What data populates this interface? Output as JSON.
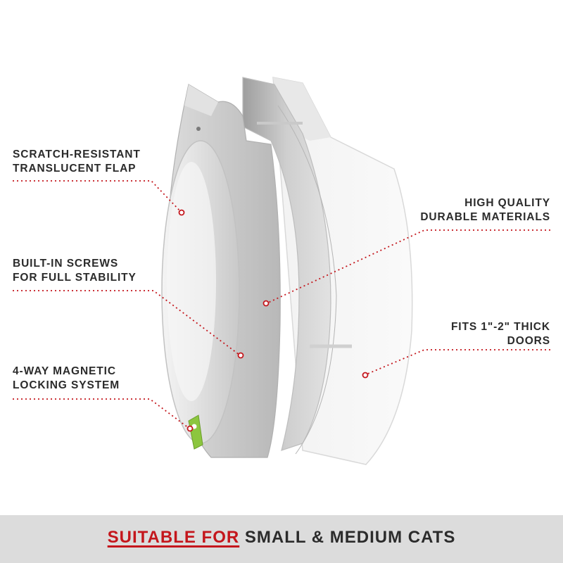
{
  "callouts": {
    "flap": [
      "SCRATCH-RESISTANT",
      "TRANSLUCENT FLAP"
    ],
    "screws": [
      "BUILT-IN SCREWS",
      "FOR FULL STABILITY"
    ],
    "locking": [
      "4-WAY MAGNETIC",
      "LOCKING SYSTEM"
    ],
    "materials": [
      "HIGH QUALITY",
      "DURABLE MATERIALS"
    ],
    "doors": [
      "FITS 1\"-2\" THICK",
      "DOORS"
    ]
  },
  "footer": {
    "accent": "SUITABLE FOR",
    "rest": "SMALL & MEDIUM CATS"
  },
  "colors": {
    "accent": "#c4161c",
    "text": "#2b2b2b",
    "footer_bg": "#dcdcdc",
    "latch": "#8cc63f"
  }
}
